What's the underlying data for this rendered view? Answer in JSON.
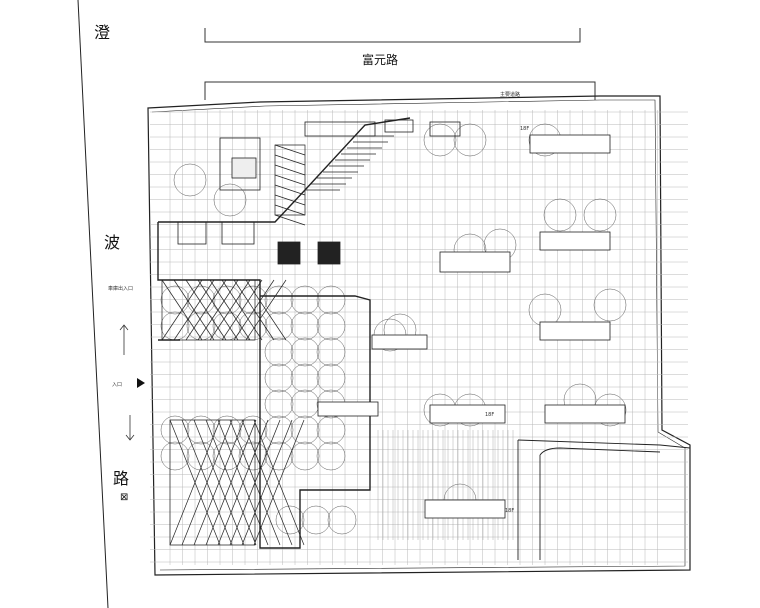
{
  "roads": {
    "top": "富元路",
    "left_top": "澄",
    "left_mid": "波",
    "left_bottom": "路"
  },
  "labels": {
    "top_entry": "主要道路",
    "left_note": "車庫出入口",
    "left_arrow_label": "入口",
    "road_marker": "⊠"
  },
  "floors": {
    "building_e": "18F",
    "building_f": "18F",
    "building_g": "18F"
  },
  "colors": {
    "ink": "#222222",
    "grid": "#b8b8b8",
    "tree": "#555555"
  }
}
